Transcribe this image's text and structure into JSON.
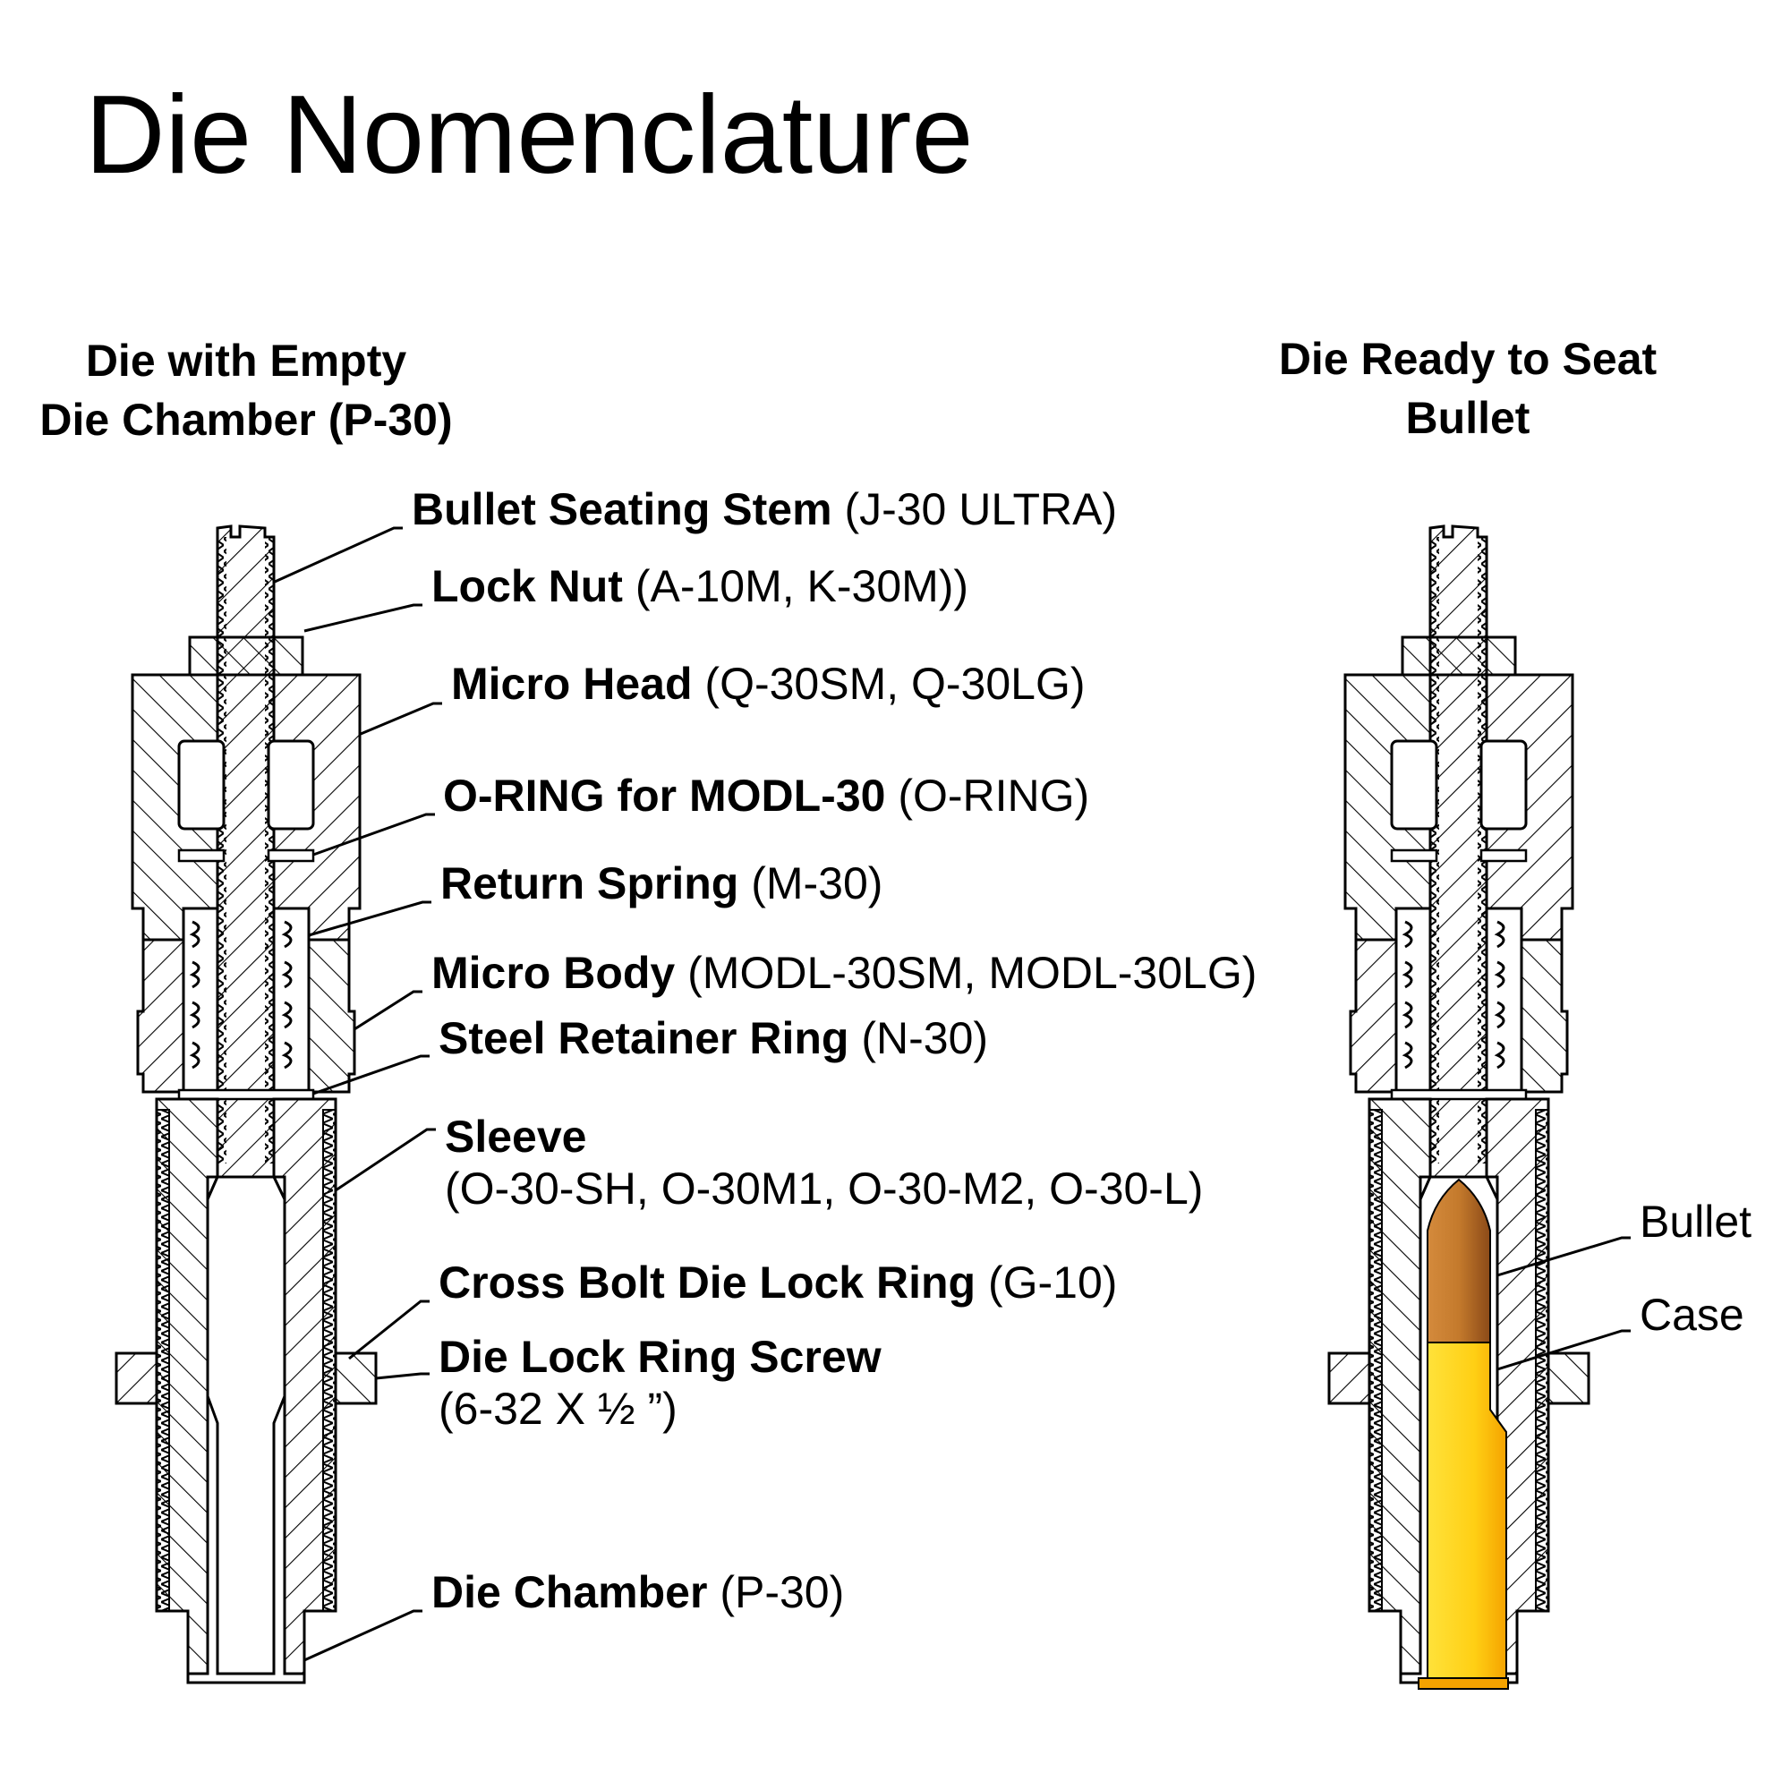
{
  "title": "Die Nomenclature",
  "left_heading": {
    "line1": "Die with Empty",
    "line2": "Die Chamber (P-30)"
  },
  "right_heading": {
    "line1": "Die Ready to Seat",
    "line2": "Bullet"
  },
  "callouts": [
    {
      "id": "bullet-seating-stem",
      "name": "Bullet Seating Stem",
      "part": "(J-30 ULTRA)"
    },
    {
      "id": "lock-nut",
      "name": "Lock Nut",
      "part": "(A-10M, K-30M))"
    },
    {
      "id": "micro-head",
      "name": "Micro Head",
      "part": "(Q-30SM, Q-30LG)"
    },
    {
      "id": "o-ring",
      "name": "O-RING for MODL-30",
      "part": "(O-RING)"
    },
    {
      "id": "return-spring",
      "name": "Return Spring",
      "part": "(M-30)"
    },
    {
      "id": "micro-body",
      "name": "Micro Body",
      "part": "(MODL-30SM, MODL-30LG)"
    },
    {
      "id": "steel-retainer-ring",
      "name": "Steel Retainer Ring",
      "part": "(N-30)"
    },
    {
      "id": "sleeve",
      "name": "Sleeve",
      "part": "(O-30-SH, O-30M1, O-30-M2, O-30-L)"
    },
    {
      "id": "cross-bolt-die-lock-ring",
      "name": "Cross Bolt Die Lock Ring",
      "part": "(G-10)"
    },
    {
      "id": "die-lock-ring-screw",
      "name": "Die Lock Ring Screw",
      "part": "(6-32 X ½ ”)"
    },
    {
      "id": "die-chamber",
      "name": "Die Chamber",
      "part": "(P-30)"
    }
  ],
  "right_labels": {
    "bullet": "Bullet",
    "case": "Case"
  },
  "colors": {
    "bullet_copper": "#b5651d",
    "case_brass": "#ffd21f",
    "case_brass_dark": "#f5a300",
    "line": "#000000"
  }
}
